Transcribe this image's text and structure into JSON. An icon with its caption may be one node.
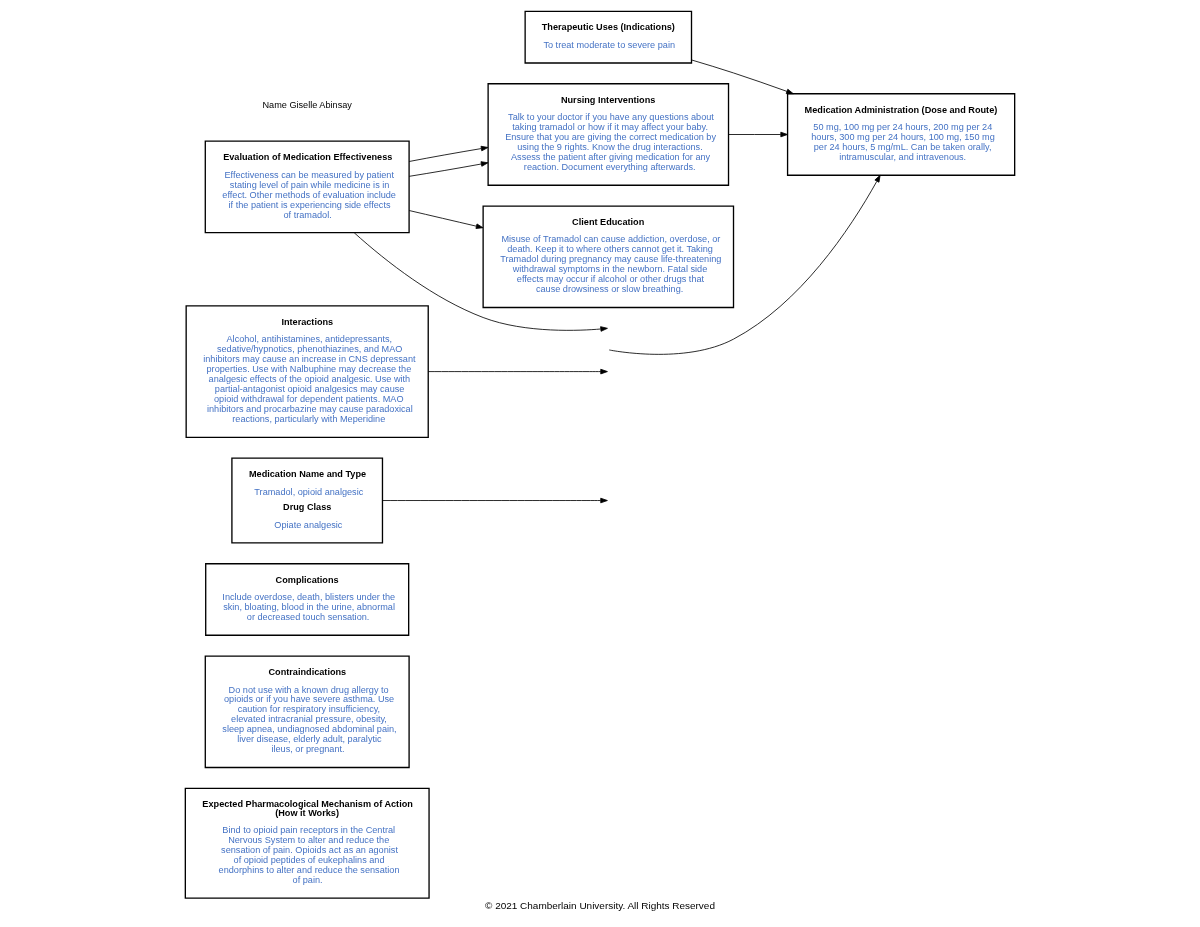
{
  "diagram": {
    "caption": "© 2021 Chamberlain University. All Rights Reserved",
    "nodes": [
      {
        "text": [
          "Expected Pharmacological Mechanism of Action (How it Works)",
          "Bind to opioid pain receptors in the Central Nervous System to alter and reduce the sensation of pain. Opioids act as an agonist of opioid peptides of eukephalins and endorphins to alter and reduce the sensation of pain."
        ]
      },
      {
        "text": [
          "Contraindications",
          "Do not use with a known drug allergy to opioids or if you have severe asthma. Use caution for respiratory insufficiency, elevated intracranial pressure, obesity, sleep apnea, undiagnosed abdominal pain, liver disease, elderly adult, paralytic ileus, or pregnant."
        ]
      },
      {
        "text": [
          "Complications",
          "Include overdose, death, blisters under the skin, bloating, blood in the urine, abnormal or decreased touch sensation."
        ]
      },
      {
        "text": [
          "Medication Name and Type",
          "Tramadol, opioid analgesic",
          "Drug Class",
          "Opiate analgesic"
        ]
      },
      {
        "text": [
          "Interactions",
          "Alcohol, antihistamines, antidepressants, sedative/hypnotics, phenothiazines, and MAO inhibitors may cause an increase in CNS depressant properties. Use with Nalbuphine may decrease the analgesic effects of the opioid analgesic. Use with partial-antagonist opioid analgesics may cause opioid withdrawal for dependent patients. MAO inhibitors and procarbazine may cause paradoxical reactions, particularly with Meperidine"
        ]
      },
      {
        "text": [
          "Therapeutic Uses (Indications)",
          "To treat moderate to severe pain"
        ]
      },
      {
        "text": [
          "Medication Administration (Dose and Route)",
          "50 mg, 100 mg per 24 hours, 200 mg per 24 hours, 300 mg per 24 hours, 100 mg, 150 mg per 24 hours, 5 mg/mL. Can be taken orally, intramuscular, and intravenous."
        ]
      },
      {
        "text": [
          "Nursing Interventions",
          "Talk to your doctor if you have any questions about taking tramadol or how if it may affect your baby. Ensure that you are giving the correct medication by using the 9 rights. Know the drug interactions. Assess the patient after giving medication for any reaction. Document everything afterwards."
        ]
      },
      {
        "text": [
          "Client Education",
          "Misuse of Tramadol can cause addiction, overdose, or death. Keep it to where others cannot get it. Taking Tramadol during pregnancy may cause life-threatening withdrawal symptoms in the newborn. Fatal side effects may occur if alcohol or other drugs that cause drowsiness or slow breathing."
        ]
      },
      {
        "text": [
          "Evaluation of Medication Effectiveness",
          "Effectiveness can be measured by patient stating level of pain while medicine is in effect. Other methods of evaluation include if the patient is experiencing side effects of tramadol."
        ]
      }
    ],
    "edges": [
      {
        "from": 3,
        "to": null,
        "arrow": "to"
      },
      {
        "from": 4,
        "to": null,
        "arrow": "to"
      },
      {
        "from": 9,
        "to": null,
        "arrow": "to"
      },
      {
        "from": 5,
        "to": 6,
        "arrow": "to"
      },
      {
        "from": null,
        "to": 6,
        "arrow": "to"
      },
      {
        "from": 9,
        "to": 7,
        "arrow": "to"
      },
      {
        "from": 9,
        "to": 7,
        "arrow": "to"
      },
      {
        "from": 7,
        "to": 6,
        "arrow": "to"
      },
      {
        "from": 9,
        "to": 8,
        "arrow": "to"
      }
    ],
    "labels": [
      "Name Giselle Abinsay"
    ]
  }
}
